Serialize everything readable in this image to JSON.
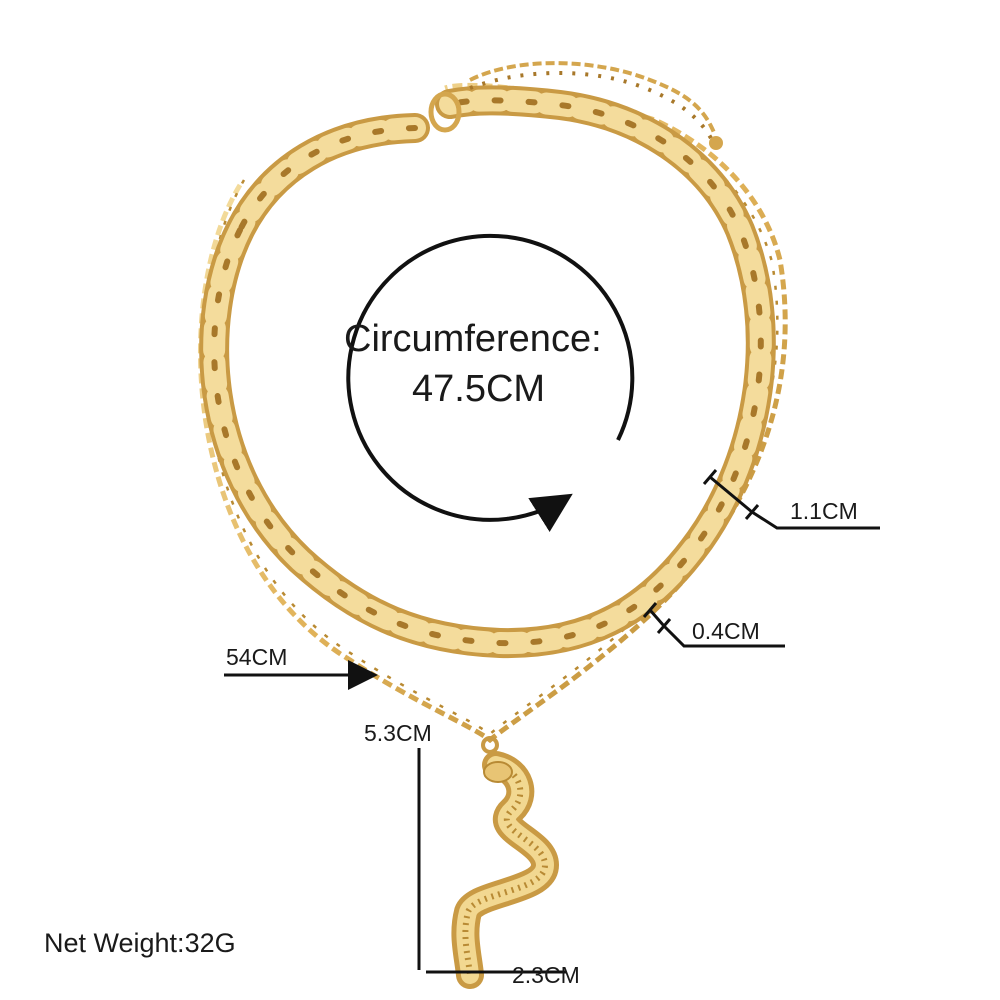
{
  "product": {
    "circumference_label": "Circumference:",
    "circumference_value": "47.5CM",
    "thick_chain_width": "1.1CM",
    "thin_chain_width": "0.4CM",
    "long_chain_length": "54CM",
    "pendant_height": "5.3CM",
    "pendant_width": "2.3CM",
    "net_weight": "Net Weight:32G"
  },
  "colors": {
    "gold_light": "#f6dfa0",
    "gold_mid": "#e2b65d",
    "gold_dark": "#b8862e",
    "annotation": "#111111"
  }
}
